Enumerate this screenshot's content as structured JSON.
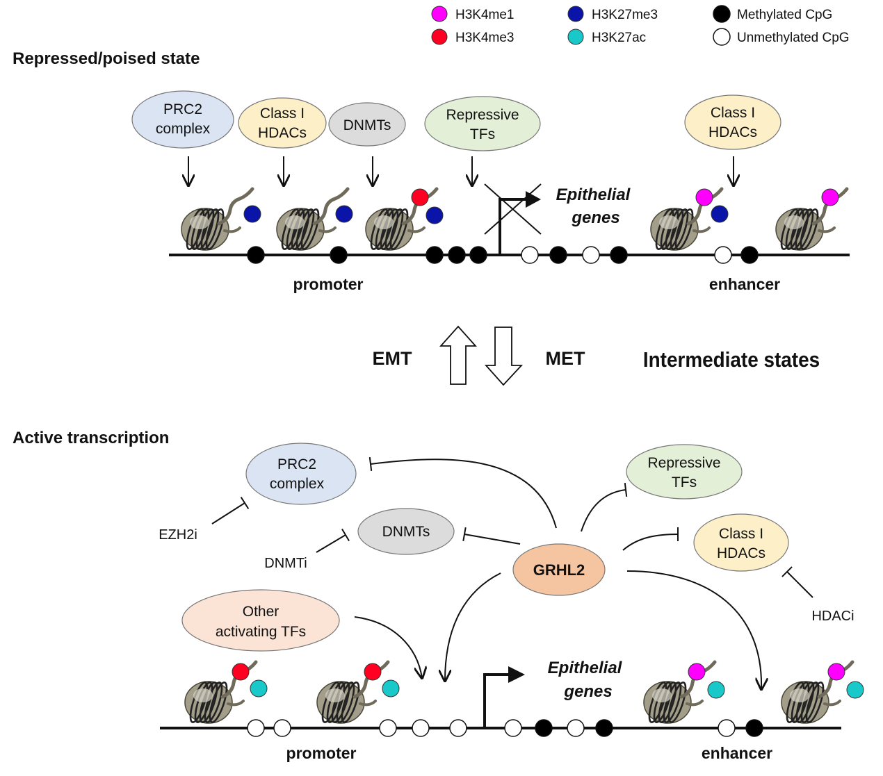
{
  "legend": {
    "h3k4me1": {
      "label": "H3K4me1",
      "color": "#ff00ff"
    },
    "h3k4me3": {
      "label": "H3K4me3",
      "color": "#ff0022"
    },
    "h3k27me3": {
      "label": "H3K27me3",
      "color": "#0a14a8"
    },
    "h3k27ac": {
      "label": "H3K27ac",
      "color": "#19c9c9"
    },
    "methylated": {
      "label": "Methylated CpG",
      "color": "#000000"
    },
    "unmethylated": {
      "label": "Unmethylated CpG",
      "color": "#ffffff"
    }
  },
  "top": {
    "title": "Repressed/poised state",
    "prc2": [
      "PRC2",
      "complex"
    ],
    "hdac1": [
      "Class I",
      "HDACs"
    ],
    "dnmts": "DNMTs",
    "reptfs": [
      "Repressive",
      "TFs"
    ],
    "hdac2": [
      "Class I",
      "HDACs"
    ],
    "genes": [
      "Epithelial",
      "genes"
    ],
    "promoter": "promoter",
    "enhancer": "enhancer"
  },
  "middle": {
    "emt": "EMT",
    "met": "MET",
    "intermediate": "Intermediate states"
  },
  "bottom": {
    "title": "Active transcription",
    "prc2": [
      "PRC2",
      "complex"
    ],
    "dnmts": "DNMTs",
    "reptfs": [
      "Repressive",
      "TFs"
    ],
    "hdacs": [
      "Class I",
      "HDACs"
    ],
    "grhl2": "GRHL2",
    "other": [
      "Other",
      "activating TFs"
    ],
    "ezh2i": "EZH2i",
    "dnmti": "DNMTi",
    "hdaci": "HDACi",
    "genes": [
      "Epithelial",
      "genes"
    ],
    "promoter": "promoter",
    "enhancer": "enhancer"
  },
  "colors": {
    "prc2": "#dbe4f3",
    "hdac": "#fdf0c8",
    "dnmt": "#dcdcdc",
    "reptf": "#e3efd6",
    "grhl2": "#f5c4a1",
    "other": "#fbe3d6",
    "nucleosome": "#a29e8a",
    "tail": "#6f6a5a"
  }
}
